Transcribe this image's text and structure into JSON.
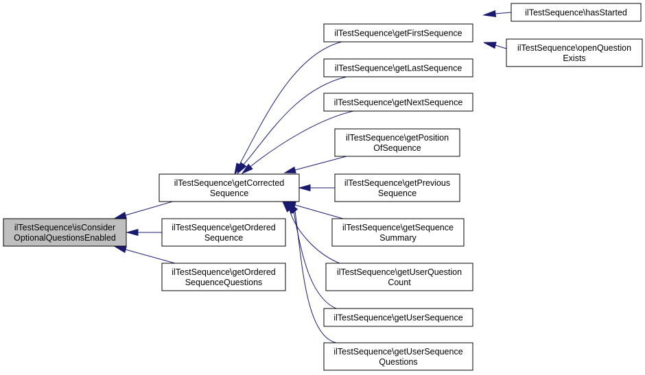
{
  "colors": {
    "edge": "#191970",
    "node_fill": "#ffffff",
    "root_fill": "#bfbfbf",
    "border": "#000000"
  },
  "graph": {
    "nodes": [
      {
        "id": "root",
        "lines": [
          "ilTestSequence\\isConsider",
          "OptionalQuestionsEnabled"
        ],
        "highlighted": true
      },
      {
        "id": "getCorrectedSequence",
        "lines": [
          "ilTestSequence\\getCorrected",
          "Sequence"
        ]
      },
      {
        "id": "getOrderedSequence",
        "lines": [
          "ilTestSequence\\getOrdered",
          "Sequence"
        ]
      },
      {
        "id": "getOrderedSequenceQuestions",
        "lines": [
          "ilTestSequence\\getOrdered",
          "SequenceQuestions"
        ]
      },
      {
        "id": "getFirstSequence",
        "lines": [
          "ilTestSequence\\getFirstSequence"
        ]
      },
      {
        "id": "getLastSequence",
        "lines": [
          "ilTestSequence\\getLastSequence"
        ]
      },
      {
        "id": "getNextSequence",
        "lines": [
          "ilTestSequence\\getNextSequence"
        ]
      },
      {
        "id": "getPositionOfSequence",
        "lines": [
          "ilTestSequence\\getPosition",
          "OfSequence"
        ]
      },
      {
        "id": "getPreviousSequence",
        "lines": [
          "ilTestSequence\\getPrevious",
          "Sequence"
        ]
      },
      {
        "id": "getSequenceSummary",
        "lines": [
          "ilTestSequence\\getSequence",
          "Summary"
        ]
      },
      {
        "id": "getUserQuestionCount",
        "lines": [
          "ilTestSequence\\getUserQuestion",
          "Count"
        ]
      },
      {
        "id": "getUserSequence",
        "lines": [
          "ilTestSequence\\getUserSequence"
        ]
      },
      {
        "id": "getUserSequenceQuestions",
        "lines": [
          "ilTestSequence\\getUserSequence",
          "Questions"
        ]
      },
      {
        "id": "hasStarted",
        "lines": [
          "ilTestSequence\\hasStarted"
        ]
      },
      {
        "id": "openQuestionExists",
        "lines": [
          "ilTestSequence\\openQuestion",
          "Exists"
        ]
      }
    ],
    "edges": [
      {
        "from": "getCorrectedSequence",
        "to": "root"
      },
      {
        "from": "getOrderedSequence",
        "to": "root"
      },
      {
        "from": "getOrderedSequenceQuestions",
        "to": "root"
      },
      {
        "from": "getFirstSequence",
        "to": "getCorrectedSequence"
      },
      {
        "from": "getLastSequence",
        "to": "getCorrectedSequence"
      },
      {
        "from": "getNextSequence",
        "to": "getCorrectedSequence"
      },
      {
        "from": "getPositionOfSequence",
        "to": "getCorrectedSequence"
      },
      {
        "from": "getPreviousSequence",
        "to": "getCorrectedSequence"
      },
      {
        "from": "getSequenceSummary",
        "to": "getCorrectedSequence"
      },
      {
        "from": "getUserQuestionCount",
        "to": "getCorrectedSequence"
      },
      {
        "from": "getUserSequence",
        "to": "getCorrectedSequence"
      },
      {
        "from": "getUserSequenceQuestions",
        "to": "getCorrectedSequence"
      },
      {
        "from": "hasStarted",
        "to": "getFirstSequence"
      },
      {
        "from": "openQuestionExists",
        "to": "getFirstSequence"
      }
    ]
  }
}
